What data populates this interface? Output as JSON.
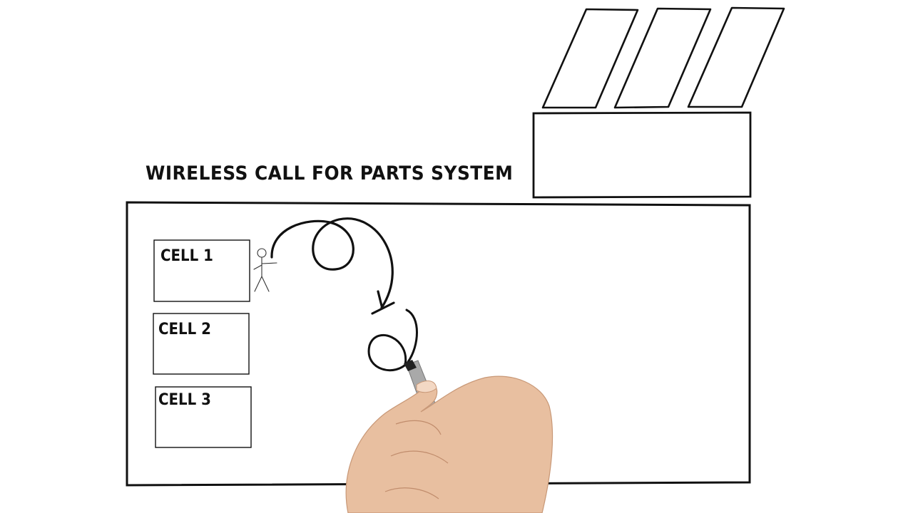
{
  "diagram": {
    "title": "WIRELESS CALL FOR PARTS SYSTEM",
    "cells": [
      {
        "label": "CELL 1"
      },
      {
        "label": "CELL 2"
      },
      {
        "label": "CELL 3"
      }
    ],
    "colors": {
      "ink": "#111111",
      "background": "#ffffff",
      "skin": "#e8bfa0",
      "marker_body": "#a9a9a9"
    },
    "icons": [
      "factory-roof-icon",
      "stick-figure-icon",
      "hand-with-marker-icon"
    ]
  }
}
